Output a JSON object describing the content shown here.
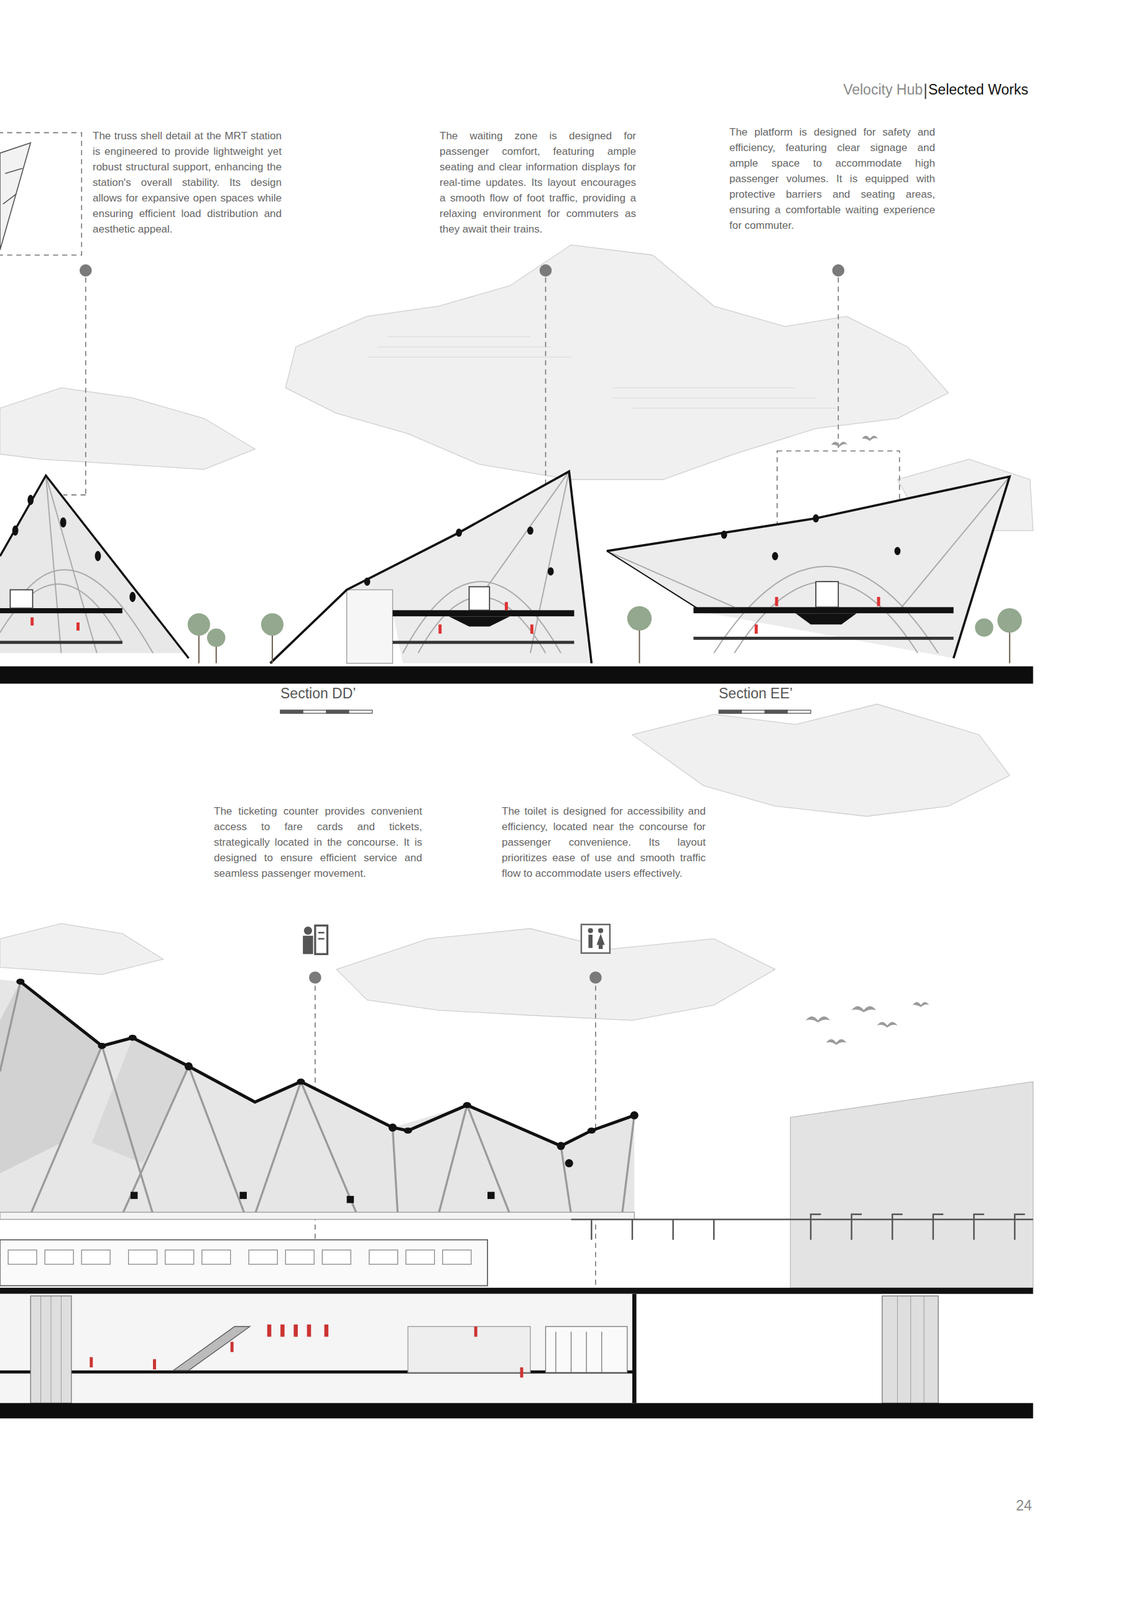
{
  "diagram": {
    "labels": [
      "Velocity Hub",
      "Selected Works",
      "The truss shell detail at the MRT station is engineered to provide lightweight yet robust structural support, enhancing the station's overall stability. Its design allows for expansive open spaces while ensuring efficient load distribution and aesthetic appeal.",
      "The waiting zone is designed for passenger comfort, featuring ample seating and clear information displays for real-time updates. Its layout encourages a smooth flow of foot traffic, providing a relaxing environment for commuters as they await their trains.",
      "The platform is designed for safety and efficiency, featuring clear signage and ample space to accommodate high passenger volumes. It is equipped with protective barriers and seating areas, ensuring a comfortable waiting experience for commuter.",
      "Section DD’",
      "Section EE’",
      "The ticketing counter provides convenient access to fare cards and tickets, strategically located in the concourse. It is designed to ensure efficient service and seamless passenger movement.",
      "The toilet is designed for accessibility and efficiency, located near the concourse for passenger convenience. Its layout prioritizes ease of use and smooth traffic flow to accommodate users effectively.",
      "24"
    ]
  }
}
